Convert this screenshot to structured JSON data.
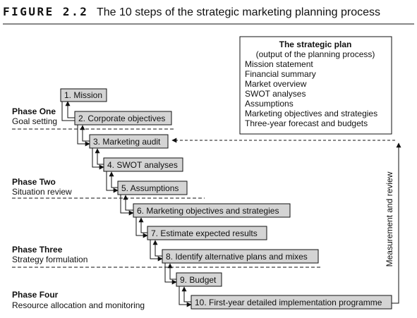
{
  "figure": {
    "label": "FIGURE 2.2",
    "title": "The 10 steps of the strategic marketing planning process"
  },
  "phases": [
    {
      "name": "Phase One",
      "desc": "Goal setting"
    },
    {
      "name": "Phase Two",
      "desc": "Situation review"
    },
    {
      "name": "Phase Three",
      "desc": "Strategy formulation"
    },
    {
      "name": "Phase Four",
      "desc": "Resource allocation and monitoring"
    }
  ],
  "steps": [
    "1. Mission",
    "2. Corporate objectives",
    "3. Marketing audit",
    "4. SWOT analyses",
    "5. Assumptions",
    "6. Marketing objectives and strategies",
    "7. Estimate expected results",
    "8. Identify alternative plans and mixes",
    "9. Budget",
    "10. First-year detailed implementation programme"
  ],
  "plan": {
    "title": "The strategic plan",
    "subtitle": "(output of the planning process)",
    "items": [
      "Mission statement",
      "Financial summary",
      "Market overview",
      "SWOT analyses",
      "Assumptions",
      "Marketing objectives and strategies",
      "Three-year forecast and budgets"
    ]
  },
  "feedback_label": "Measurement and review",
  "colors": {
    "step_fill": "#d4d4d4",
    "line": "#111111"
  }
}
